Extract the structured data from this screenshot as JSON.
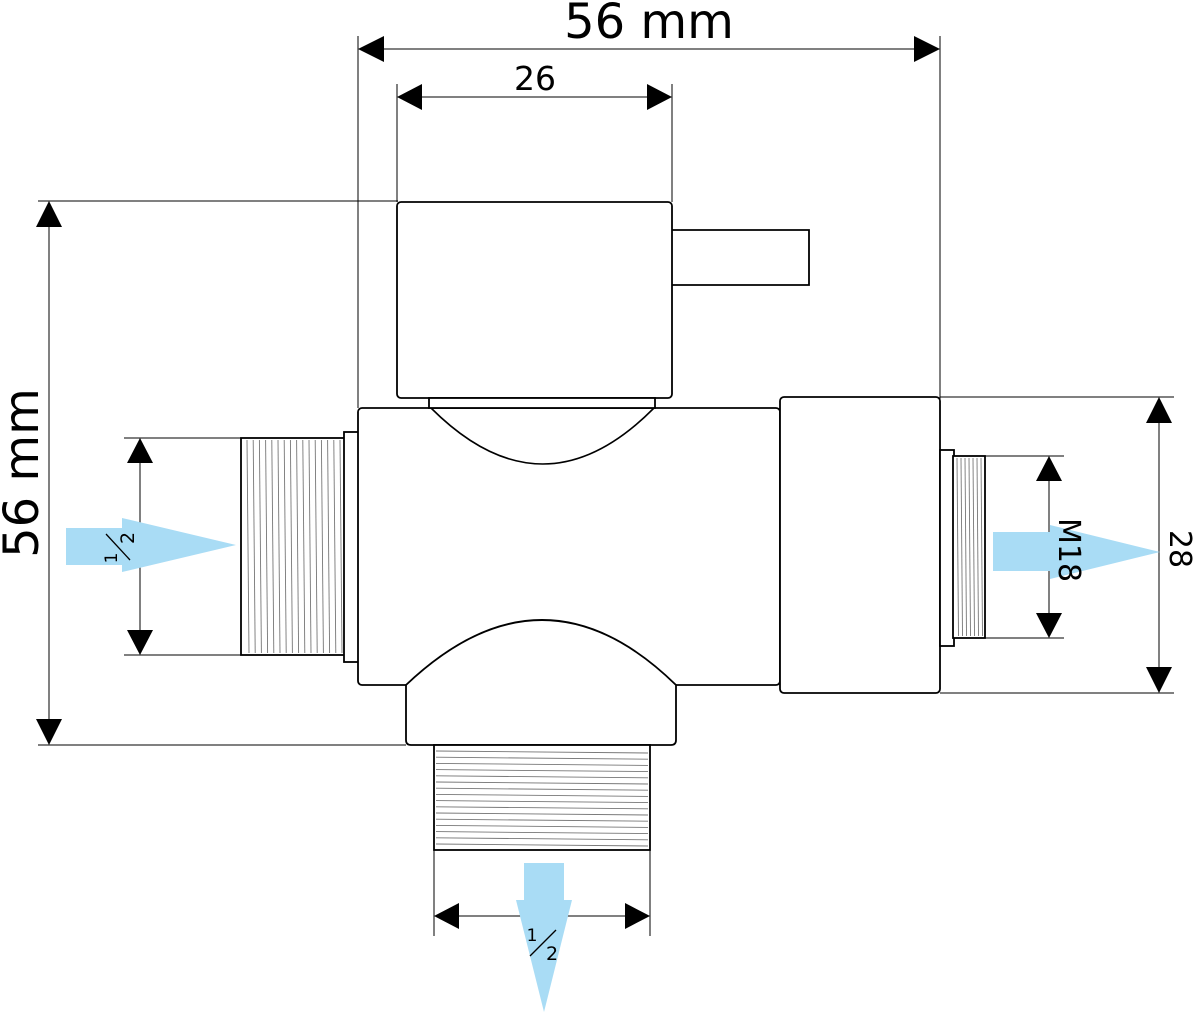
{
  "diagram": {
    "dimensions": {
      "overall_width": "56 mm",
      "overall_height": "56 mm",
      "handle_width": "26",
      "outlet_height": "28",
      "outlet_thread": "M18"
    },
    "fractions": {
      "inlet_thread": {
        "numerator": "1",
        "denominator": "2"
      },
      "bottom_thread": {
        "numerator": "1",
        "denominator": "2"
      }
    },
    "colors": {
      "outline": "#000000",
      "thread": "#777777",
      "flow_arrow": "#a9dcf5"
    }
  }
}
